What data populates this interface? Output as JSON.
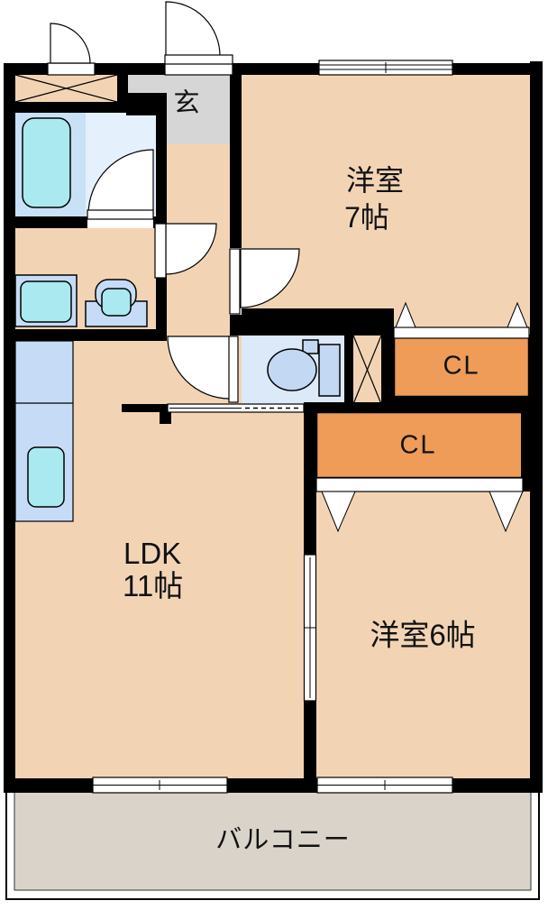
{
  "plan": {
    "title": "2LDK apartment floor plan",
    "rooms": {
      "entry": {
        "label": "玄"
      },
      "western7": {
        "label_line1": "洋室",
        "label_line2": "7帖"
      },
      "closet1": {
        "label": "CL"
      },
      "closet2": {
        "label": "CL"
      },
      "ldk": {
        "label_line1": "LDK",
        "label_line2": "11帖"
      },
      "western6": {
        "label": "洋室6帖"
      },
      "balcony": {
        "label": "バルコニー"
      }
    },
    "fixtures": [
      "bathtub",
      "washing-machine",
      "washbasin",
      "toilet",
      "kitchen-sink",
      "pipe-space"
    ],
    "colors": {
      "room_fill": "#f2d4b5",
      "closet_fill": "#ee9c58",
      "entry_fill": "#d6d6d6",
      "balcony_fill": "#dad3ca",
      "bath_panel": "#c9e1f6",
      "bath_floor": "#e4f0fc",
      "fixture_cyan": "#abe9f1",
      "fixture_blue": "#c6dcf6",
      "toilet_room": "#dbe9f9",
      "toilet_fixture": "#c3d8f3",
      "wall": "#000000",
      "text": "#111111"
    }
  }
}
